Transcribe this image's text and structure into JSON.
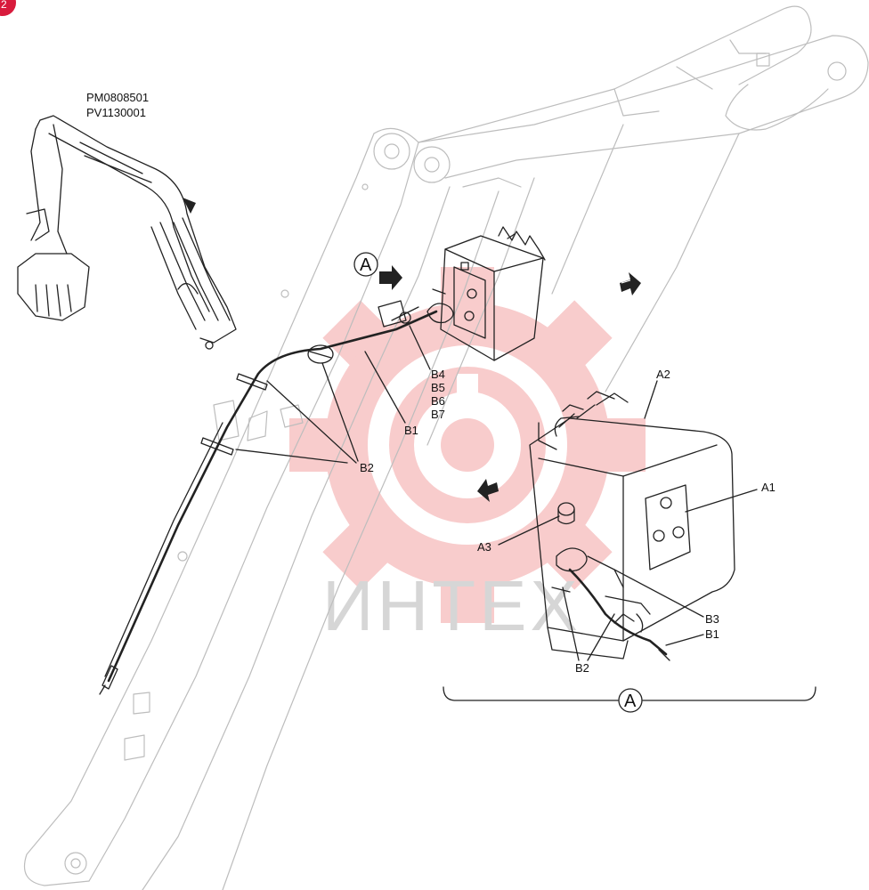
{
  "corner_badge": "2",
  "model_codes": [
    "PM0808501",
    "PV1130001"
  ],
  "watermark": "ИНТЕХ",
  "view_marker": "A",
  "labels": {
    "B1": "B1",
    "B2": "B2",
    "B3": "B3",
    "B4": "B4",
    "B5": "B5",
    "B6": "B6",
    "B7": "B7",
    "A1": "A1",
    "A2": "A2",
    "A3": "A3"
  },
  "colors": {
    "line": "#222222",
    "boom_outline": "#bdbdbd",
    "watermark_red": "#f2a2a2",
    "watermark_text": "#d6d6d6",
    "badge": "#d81b3c"
  }
}
